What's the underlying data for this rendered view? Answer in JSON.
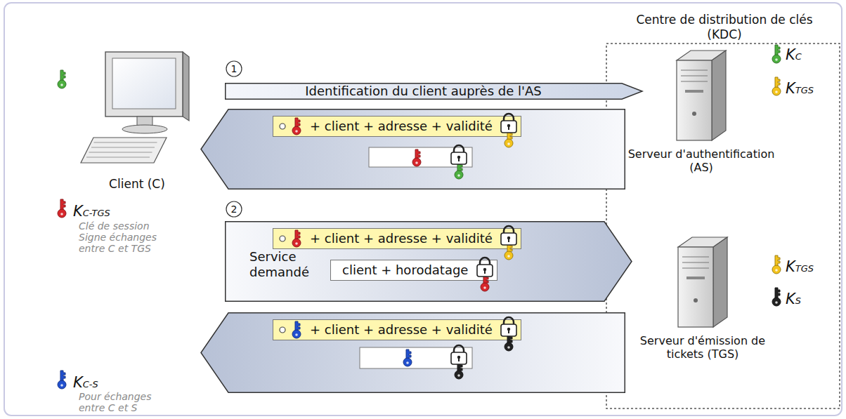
{
  "diagram": {
    "nodes": [
      {
        "text": [
          "Centre de distribution de clés (KDC)"
        ]
      },
      {
        "text": [
          "Client (C)"
        ]
      },
      {
        "text": [
          "Identification du client auprès de l'AS"
        ]
      },
      {
        "text": [
          "Serveur d'authentification (AS)"
        ],
        "in": 0
      },
      {
        "text": []
      },
      {
        "text": [
          "+ client + adresse + validité"
        ],
        "in": 4
      },
      {
        "text": [
          "Service demandé"
        ]
      },
      {
        "text": [
          "+ client + adresse + validité"
        ],
        "in": 6
      },
      {
        "text": [
          "client + horodatage"
        ],
        "in": 6
      },
      {
        "text": [
          "Serveur d'émission de tickets (TGS)"
        ],
        "in": 0
      },
      {
        "text": []
      },
      {
        "text": [
          "+ client + adresse + validité"
        ],
        "in": 10
      }
    ],
    "labels": [
      "1",
      "2",
      "KC-TGS",
      "Clé de session Signe échanges entre C et TGS",
      "KC-S",
      "Pour échanges entre C et S",
      "KC",
      "KTGS",
      "KTGS",
      "KS"
    ]
  }
}
